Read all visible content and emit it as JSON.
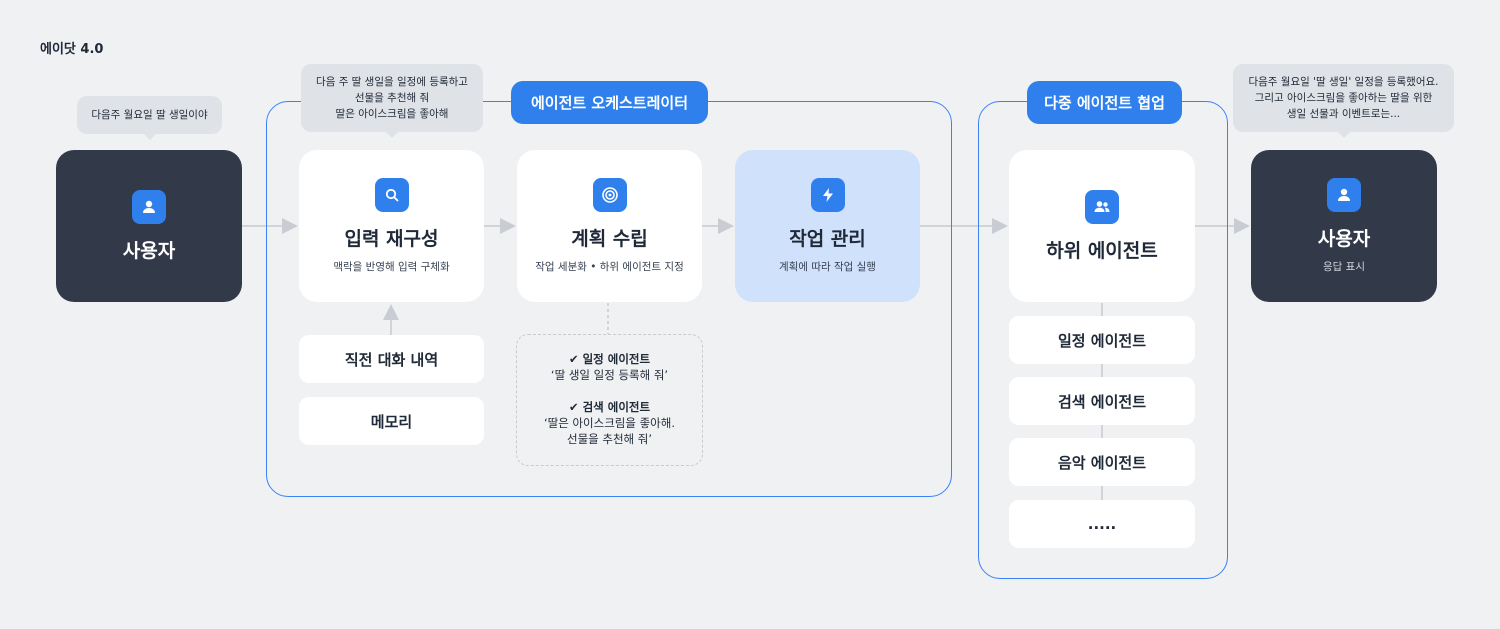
{
  "page_title": "에이닷 4.0",
  "user_input": {
    "bubble": "다음주 월요일 딸 생일이야",
    "title": "사용자"
  },
  "orchestrator": {
    "label": "에이전트 오케스트레이터",
    "bubble": [
      "다음 주 딸 생일을 일정에 등록하고",
      "선물을 추천해 줘",
      "딸은 아이스크림을 좋아해"
    ],
    "input_rewrite": {
      "title": "입력 재구성",
      "sub": "맥락을 반영해 입력 구체화"
    },
    "planning": {
      "title": "계획 수립",
      "sub": "작업 세분화 • 하위 에이전트 지정"
    },
    "task_mgmt": {
      "title": "작업 관리",
      "sub": "계획에 따라 작업 실행"
    },
    "recent_chat": "직전 대화 내역",
    "memory": "메모리",
    "plan_detail": {
      "item1_title": "✔ 일정 에이전트",
      "item1_text": "‘딸 생일 일정 등록해 줘’",
      "item2_title": "✔ 검색 에이전트",
      "item2_text": [
        "‘딸은 아이스크림을 좋아해.",
        "선물을 추천해 줘’"
      ]
    }
  },
  "multi_agent": {
    "label": "다중 에이전트 협업",
    "sub_agent": "하위 에이전트",
    "agents": [
      "일정 에이전트",
      "검색 에이전트",
      "음악 에이전트",
      "....."
    ]
  },
  "user_output": {
    "bubble": [
      "다음주 월요일 '딸 생일' 일정을 등록했어요.",
      "그리고 아이스크림을 좋아하는 딸을 위한",
      "생일 선물과 이벤트로는..."
    ],
    "title": "사용자",
    "sub": "응답 표시"
  },
  "colors": {
    "accent": "#2f80ed",
    "dark": "#323a4a",
    "highlight": "#cfe1fb",
    "background": "#f0f1f3"
  },
  "icons": [
    "user-icon",
    "search-icon",
    "target-icon",
    "lightning-icon",
    "users-icon"
  ]
}
